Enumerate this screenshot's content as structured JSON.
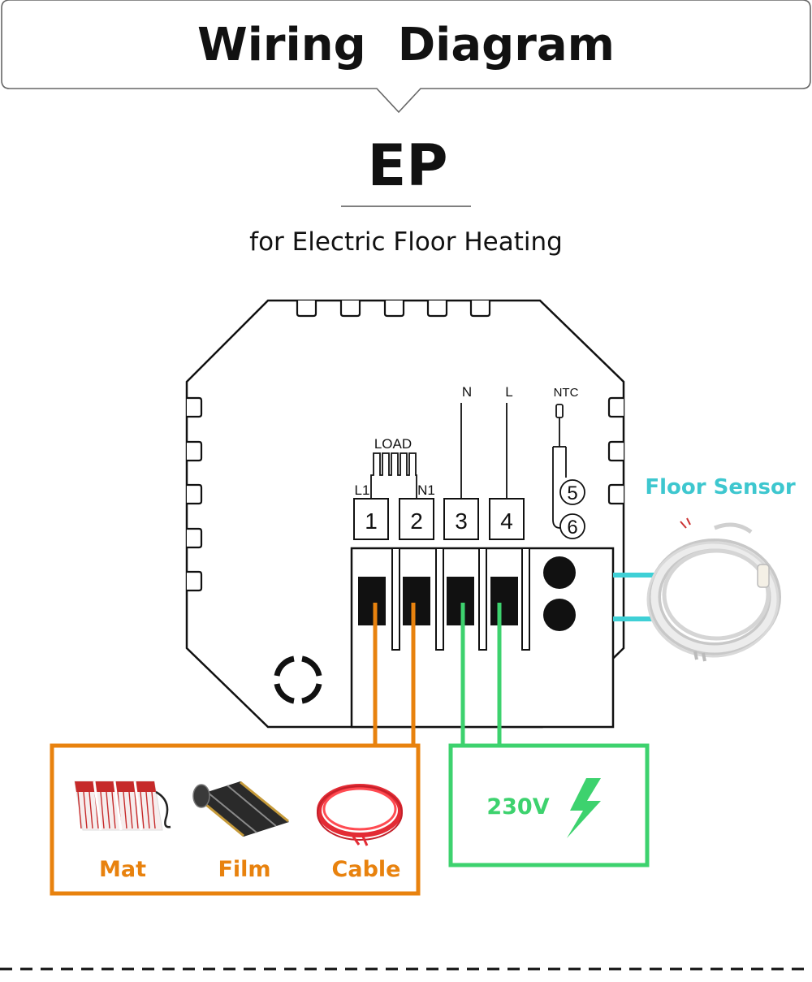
{
  "header": {
    "title": "Wiring  Diagram"
  },
  "model": {
    "name": "EP",
    "subtitle": "for Electric Floor Heating"
  },
  "thermostat": {
    "load_label": "LOAD",
    "l1_label": "L1",
    "n1_label": "N1",
    "n_label": "N",
    "l_label": "L",
    "ntc_label": "NTC",
    "terminals": [
      "1",
      "2",
      "3",
      "4"
    ],
    "sensor_terminals": [
      "5",
      "6"
    ]
  },
  "floor_sensor": {
    "label": "Floor Sensor"
  },
  "loads": {
    "items": [
      "Mat",
      "Film",
      "Cable"
    ]
  },
  "power": {
    "label": "230V"
  },
  "colors": {
    "load_wire": "#e8820e",
    "power_wire": "#3dd26e",
    "sensor_wire": "#3fd0d6",
    "sensor_label": "#3ec7cf",
    "bolt": "#3dd26e",
    "mat_red": "#c62a2a",
    "cable_red": "#e32b34"
  },
  "icons": {
    "mat": "heating-mat-icon",
    "film": "heating-film-icon",
    "cable": "heating-cable-icon",
    "sensor": "sensor-cable-coil-icon",
    "bolt": "lightning-bolt-icon"
  }
}
